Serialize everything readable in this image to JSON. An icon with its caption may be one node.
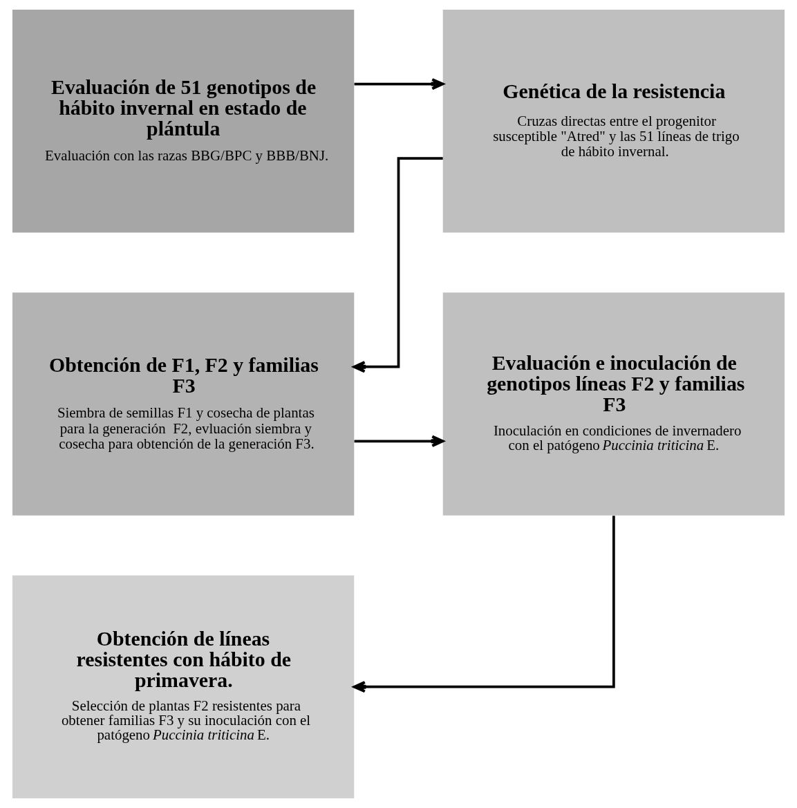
{
  "diagram": {
    "nodes": [
      {
        "text": [
          "Evaluación de 51 genotipos de hábito invernal en estado de plántula",
          "Evaluación con las razas BBG/BPC y BBB/BNJ."
        ]
      },
      {
        "text": [
          "Genética de la resistencia",
          "Cruzas directas entre el progenitor susceptible \"Atred\" y las 51 líneas de trigo de hábito invernal."
        ]
      },
      {
        "text": [
          "Obtención de F1, F2 y familias F3",
          "Siembra de semillas F1 y cosecha de plantas para la generación  F2, evluación siembra y cosecha para obtención de la generación F3."
        ]
      },
      {
        "text": [
          "Evaluación e inoculación de genotipos líneas F2 y familias F3",
          "Inoculación en condiciones de invernadero con el patógeno *Puccinia triticina* E."
        ]
      },
      {
        "text": [
          "Obtención de líneas resistentes con hábito de primavera.",
          "Selección de plantas F2 resistentes para obtener familias F3 y su inoculación con el patógeno *Puccinia triticina* E."
        ]
      }
    ],
    "edges": [
      {
        "from": 0,
        "to": 1,
        "arrow": "to"
      },
      {
        "from": 1,
        "to": 2,
        "arrow": "to"
      },
      {
        "from": 2,
        "to": 3,
        "arrow": "to"
      },
      {
        "from": 3,
        "to": 4,
        "arrow": "to"
      }
    ]
  }
}
